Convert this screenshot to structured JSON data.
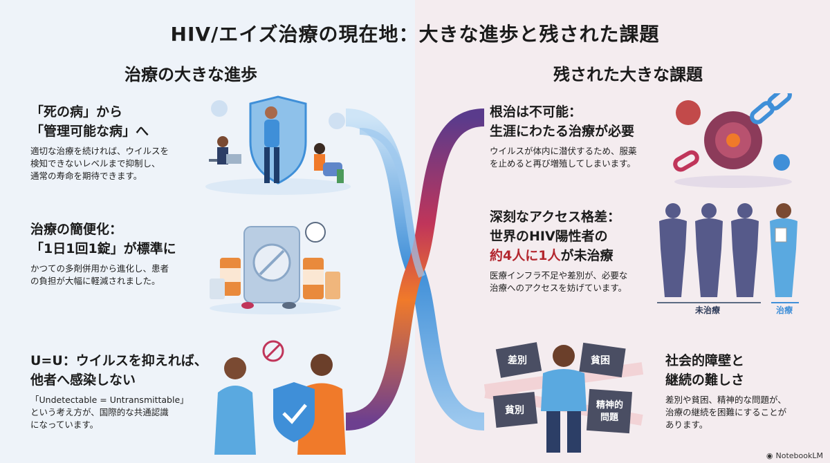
{
  "title": "HIV/エイズ治療の現在地：大きな進歩と残された課題",
  "left_heading": "治療の大きな進歩",
  "right_heading": "残された大きな課題",
  "progress": [
    {
      "line1": "「死の病」から",
      "line2": "「管理可能な病」へ",
      "desc1": "適切な治療を続ければ、ウイルスを",
      "desc2": "検知できないレベルまで抑制し、",
      "desc3": "通常の寿命を期待できます。"
    },
    {
      "line1": "治療の簡便化：",
      "line2": "「1日1回1錠」が標準に",
      "desc1": "かつての多剤併用から進化し、患者",
      "desc2": "の負担が大幅に軽減されました。"
    },
    {
      "line1": "U=U：ウイルスを抑えれば、",
      "line2": "他者へ感染しない",
      "desc1": "「Undetectable = Untransmittable」",
      "desc2": "という考え方が、国際的な共通認識",
      "desc3": "になっています。"
    }
  ],
  "challenges": [
    {
      "line1": "根治は不可能：",
      "line2": "生涯にわたる治療が必要",
      "desc1": "ウイルスが体内に潜伏するため、服薬",
      "desc2": "を止めると再び増殖してしまいます。"
    },
    {
      "line1": "深刻なアクセス格差：",
      "line2": "世界のHIV陽性者の",
      "line3_red": "約4人に1人",
      "line3_rest": "が未治療",
      "desc1": "医療インフラ不足や差別が、必要な",
      "desc2": "治療へのアクセスを妨げています。",
      "untreated_label": "未治療",
      "treated_label": "治療"
    },
    {
      "line1": "社会的障壁と",
      "line2": "継続の難しさ",
      "desc1": "差別や貧困、精神的な問題が、",
      "desc2": "治療の継続を困難にすることが",
      "desc3": "あります。",
      "blocks": [
        "差別",
        "貧困",
        "貧別",
        "精神的\n問題"
      ]
    }
  ],
  "brand": "NotebookLM",
  "colors": {
    "accent_red": "#b3262e",
    "blue": "#3f8fd8",
    "orange": "#f07a2a",
    "purple": "#6d3f8f"
  }
}
